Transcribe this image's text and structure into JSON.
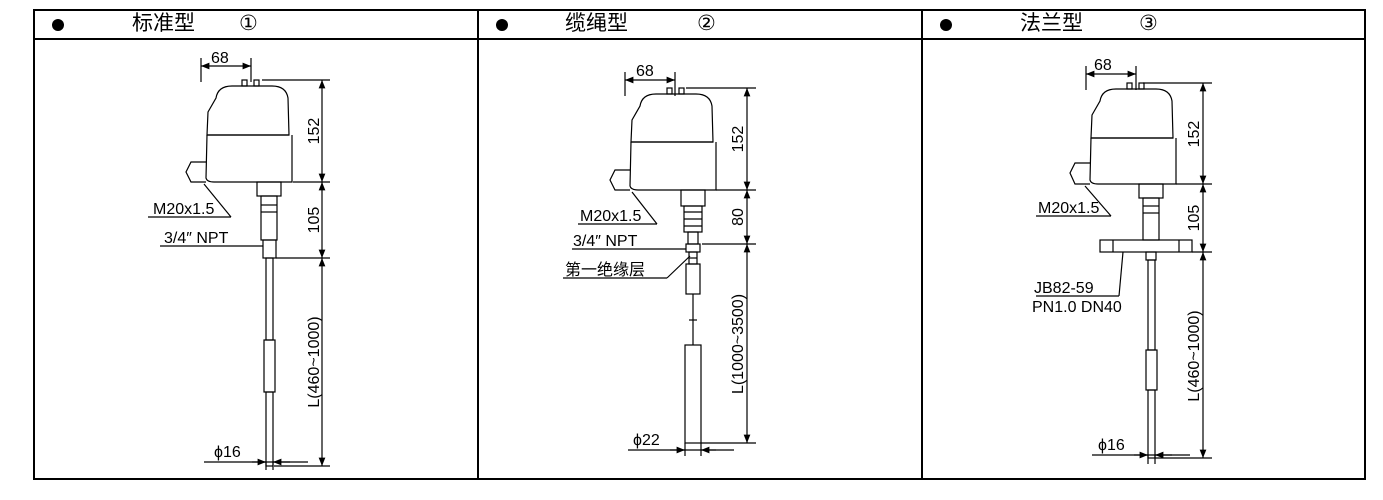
{
  "panels": [
    {
      "title": "标准型",
      "number": "①",
      "labels": {
        "width_top": "68",
        "height_head": "152",
        "height_mid": "105",
        "length": "L(460~1000)",
        "thread": "M20x1.5",
        "npt": "3/4″ NPT",
        "diameter": "ϕ16"
      }
    },
    {
      "title": "缆绳型",
      "number": "②",
      "labels": {
        "width_top": "68",
        "height_head": "152",
        "height_mid": "80",
        "length": "L(1000~3500)",
        "thread": "M20x1.5",
        "npt": "3/4″ NPT",
        "insulation": "第一绝缘层",
        "diameter": "ϕ22"
      }
    },
    {
      "title": "法兰型",
      "number": "③",
      "labels": {
        "width_top": "68",
        "height_head": "152",
        "height_mid": "105",
        "length": "L(460~1000)",
        "thread": "M20x1.5",
        "flange_std": "JB82-59",
        "flange_spec": "PN1.0 DN40",
        "diameter": "ϕ16"
      }
    }
  ]
}
